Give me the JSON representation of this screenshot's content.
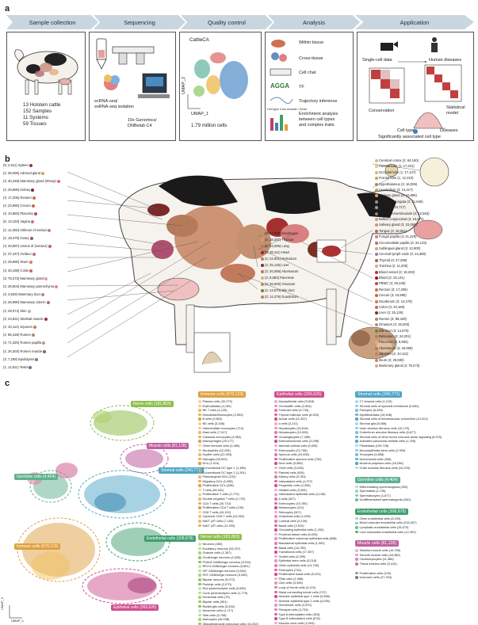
{
  "panel_letters": {
    "a": "a",
    "b": "b",
    "c": "c"
  },
  "workflow": {
    "stages": [
      "Sample collection",
      "Sequencing",
      "Quality control",
      "Analysis",
      "Application"
    ],
    "sample_stats": [
      "13 Holstein cattle",
      "152 Samples",
      "11 Systems",
      "59 Tissues"
    ],
    "seq_method": "scRNA-seq/\nsnRNA-seq isolation",
    "seq_platform": "10x Genomics/\nDNBelab C4",
    "qc_title": "CattleCA",
    "qc_axis_y": "UMAP_2",
    "qc_axis_x": "UMAP_1",
    "qc_cells": "1.79 million cells",
    "analysis_items": [
      "Within tissue",
      "Cross-tissue",
      "Cell chat",
      "TF",
      "Trajectory inference",
      "Enrichment analysis\nbetween cell types\nand complex traits"
    ],
    "analysis_gene_label": "Cell type   Core module / Gene",
    "app_single_cell": "Single-cell data",
    "app_human": "Human diseases",
    "app_conservation": "Conservation",
    "app_model": "Statistical\nmodel",
    "app_cell_type": "Cell type",
    "app_diseases": "Diseases",
    "app_sig": "Significantly associated cell type"
  },
  "tissues_left": [
    {
      "label": "(5; 2,811) Spleen",
      "color": "#8b3a3a"
    },
    {
      "label": "(2; 36,099) Adrenal gland",
      "color": "#d8a050"
    },
    {
      "label": "(3; 30,348) Mammary gland (sheep)",
      "color": "#e07070"
    },
    {
      "label": "(4; 29,686) Kidney",
      "color": "#7a2a2a"
    },
    {
      "label": "(3; 17,206) Rectum",
      "color": "#c87050"
    },
    {
      "label": "(4; 23,980) Cecum",
      "color": "#c46a4a"
    },
    {
      "label": "(3; 10,883) Placenta",
      "color": "#b05070"
    },
    {
      "label": "(5; 13,153) Vagina",
      "color": "#d07090"
    },
    {
      "label": "(2; 12,350) Isthmus of oviduct",
      "color": "#c080a0"
    },
    {
      "label": "(2; 18,479) Ovary",
      "color": "#a05070"
    },
    {
      "label": "(3; 29,087) Uterus of (oviduct)",
      "color": "#c06080"
    },
    {
      "label": "(2; 37,447) Oviduct",
      "color": "#b0708a"
    },
    {
      "label": "(3; 29,690) Ileum",
      "color": "#d08060"
    },
    {
      "label": "(3; 33,168) Colon",
      "color": "#c07050"
    },
    {
      "label": "(3; 78,273) Mammary gland",
      "color": "#e0a0a0"
    },
    {
      "label": "(3; 28,804) Mammary parenchyma",
      "color": "#d09090"
    },
    {
      "label": "(3; 3,629) Mammary duct",
      "color": "#c08080"
    },
    {
      "label": "(3; 28,990) Mammary cistern",
      "color": "#b07070"
    },
    {
      "label": "(2; 29,074) Skin",
      "color": "#d0b090"
    },
    {
      "label": "(3; 23,821) Skeletal muscle",
      "color": "#a03030"
    },
    {
      "label": "(4; 10,112) Jejunum",
      "color": "#c08060"
    },
    {
      "label": "(2; 86,428) Rumen",
      "color": "#a09070"
    },
    {
      "label": "(3; 71,320) Rumen papilla",
      "color": "#b0a080"
    },
    {
      "label": "(2; 26,303) Rumen muscle",
      "color": "#906050"
    },
    {
      "label": "(3; 7,208) Epididymis",
      "color": "#9070a0"
    },
    {
      "label": "(1; 11,811) Testis",
      "color": "#8060a0"
    }
  ],
  "tissues_middle": [
    {
      "label": "(3; 22,880) Esophagus",
      "color": "#c09070"
    },
    {
      "label": "(4; 18,287) Thymus",
      "color": "#d0a060"
    },
    {
      "label": "(2; 33,285) Lung",
      "color": "#d07060"
    },
    {
      "label": "(3; 38,111) Heart",
      "color": "#a02020"
    },
    {
      "label": "(3; 24,001) Reticulum",
      "color": "#b08070"
    },
    {
      "label": "(3; 25,126) Liver",
      "color": "#7a3020"
    },
    {
      "label": "(3; 26,098) Abomasum",
      "color": "#c07060"
    },
    {
      "label": "(3; 9,883) Pancreas",
      "color": "#e0b070"
    },
    {
      "label": "(3; 26,003) Omasum",
      "color": "#b09070"
    },
    {
      "label": "(4; 14,570) Bile duct",
      "color": "#708040"
    },
    {
      "label": "(3; 14,278) Duodenum",
      "color": "#c08060"
    }
  ],
  "tissues_right": [
    {
      "label": "Cerebral cortex (2; 84,160)",
      "color": "#d0c080"
    },
    {
      "label": "Parietal lobe (1; 17,231)",
      "color": "#d8c890"
    },
    {
      "label": "Occipital lobe (1; 17,137)",
      "color": "#c8b880"
    },
    {
      "label": "Frontal lobe (1; 12,310)",
      "color": "#b8a870"
    },
    {
      "label": "Hypothalamus (3; 16,006)",
      "color": "#a09060"
    },
    {
      "label": "Cerebellum (3; 13,417)",
      "color": "#c0a060"
    },
    {
      "label": "Pituitary gland (3; 10,895)",
      "color": "#d0b070"
    },
    {
      "label": "Medulla oblongata (3; 21,849)",
      "color": "#b09060"
    },
    {
      "label": "Retina (2; 10,717)",
      "color": "#80a0c0"
    },
    {
      "label": "Nuclei periventricularis (3; 12,563)",
      "color": "#a08050"
    },
    {
      "label": "Bulbar conjunctival (3; 19,372)",
      "color": "#c0a0a0"
    },
    {
      "label": "Salivary gland (3; 22,058)",
      "color": "#d09080"
    },
    {
      "label": "Tongue (3; 18,561)",
      "color": "#c06060"
    },
    {
      "label": "Fungal papilla (4; 21,229)",
      "color": "#d08080"
    },
    {
      "label": "Circumvallate papilla (3; 24,133)",
      "color": "#b07070"
    },
    {
      "label": "Sublingual gland (3; 12,800)",
      "color": "#e0a080"
    },
    {
      "label": "Cervical lymph node (3; 24,380)",
      "color": "#9080a0"
    },
    {
      "label": "Thyroid (3; 27,258)",
      "color": "#b06050"
    },
    {
      "label": "Trachea (2; 11,335)",
      "color": "#c0b0a0"
    },
    {
      "label": "Blood vessel (3; 18,203)",
      "color": "#c03030"
    },
    {
      "label": "Blood (3; 15,141)",
      "color": "#a01010"
    },
    {
      "label": "PBMC (3; 29,226)",
      "color": "#d04040"
    },
    {
      "label": "Rectum (3; 17,206)",
      "color": "#c87050"
    },
    {
      "label": "Cecum (3; 23,980)",
      "color": "#c46a4a"
    },
    {
      "label": "Duodenum (3; 14,278)",
      "color": "#c08060"
    },
    {
      "label": "Colon (3; 33,168)",
      "color": "#c07050"
    },
    {
      "label": "Liver (3; 25,126)",
      "color": "#7a3020"
    },
    {
      "label": "Rumen (3; 86,428)",
      "color": "#a09070"
    },
    {
      "label": "Omasum (3; 26,003)",
      "color": "#b09070"
    },
    {
      "label": "Bile duct (3; 14,570)",
      "color": "#708040"
    },
    {
      "label": "Reticulum (3; 24,001)",
      "color": "#b08070"
    },
    {
      "label": "Pancreas (3; 9,883)",
      "color": "#e0b070"
    },
    {
      "label": "Abomasum (3; 26,098)",
      "color": "#c07060"
    },
    {
      "label": "Jejunum (3; 10,112)",
      "color": "#c08060"
    },
    {
      "label": "Ileum (3; 29,690)",
      "color": "#d08060"
    },
    {
      "label": "Mammary gland (3; 78,273)",
      "color": "#e0a0a0"
    }
  ],
  "umap": {
    "axis_y": "UMAP_2",
    "axis_x": "UMAP_1",
    "clusters": [
      {
        "label": "Nerve cells (181,863)",
        "color": "#8fbf4f"
      },
      {
        "label": "Muscle cells (81,128)",
        "color": "#c05fa0"
      },
      {
        "label": "Stromal cells (240,771)",
        "color": "#4fa6c8"
      },
      {
        "label": "Germline cells (4,404)",
        "color": "#5fb08f"
      },
      {
        "label": "Endothelial cells (308,878)",
        "color": "#3f9f6f"
      },
      {
        "label": "Immune cells (570,123)",
        "color": "#e0a040"
      },
      {
        "label": "Epithelial cells (269,626)",
        "color": "#d04f8f"
      }
    ]
  },
  "legend": {
    "col1": {
      "header": "Immune cells (570,123)",
      "color": "#e0a040",
      "items": [
        "Plasma cells (30,279)",
        "Erythroblasts (4,190)",
        "NK T cells (4,125)",
        "Monoblast/Monocytes (2,553)",
        "B cells (9,802)",
        "NK cells (3,336)",
        "Intermediate monocytes (713)",
        "Mast cells (7,317)",
        "Classical monocytes (4,962)",
        "Macrophages (25,177)",
        "Other immune cells (4,480)",
        "Neutrophils (42,255)",
        "Kupffer cells (22,393)",
        "Microglia (28,523)",
        "DCs (1,914)",
        "Conventional DC type 1 (1,385)",
        "Conventional DC type 2 (1,261)",
        "Plasmacytoid DCs (231)",
        "Migratory DCs (2,098)",
        "Proliferative DCs (398)",
        "T cells (26,331)",
        "Proliferative T cells (2,770)",
        "Double-negative T cells (2,722)",
        "CD4 T cells (20,713)",
        "Proliferative CD4 T cells (130)",
        "CD8 T cells (43,102)",
        "Cytotoxic CD8 T cells (10,250)",
        "MAIT γδT cells (7,153)",
        "MAIT γδT cells (11,933)"
      ]
    },
    "col2": {
      "header": "Nerve cells (181,863)",
      "color": "#8fbf4f",
      "items": [
        "Neurons (469)",
        "Excitatory neurons (33,297)",
        "Granule cells (1,357)",
        "Cholinergic neurons (4,328)",
        "PVALB GABAergic neurons (5,311)",
        "RELN GABAergic neurons (5,891)",
        "VIP GABAergic neurons (3,934)",
        "SST GABAergic neurons (3,280)",
        "Bipolar neurons (9,072)",
        "Purkinje cells (2,070)",
        "Rod photoreceptor cells (3,650)",
        "Cone photoreceptor cells (1,779)",
        "Horizontal cells (75)",
        "Bipolar cells (551)",
        "Radial glia cells (5,333)",
        "Amacrine cells (1,717)",
        "Glial cells (6,758)",
        "Astrocytes (16,038)",
        "Oligodendrocyte precursor cells (10,252)",
        "Oligodendrocytes (71,001)",
        "Schwann cells (6,881)",
        "Müller glial cells (4,731)"
      ]
    },
    "col3": {
      "header": "Epithelial cells (269,626)",
      "color": "#d04f8f",
      "items": [
        "Myoepithelial cells (5,815)",
        "Chromaffin cells (2,904)",
        "Follicular cells (3,733)",
        "Thyroid follicular cells (6,393)",
        "Acinar cells (12,367)",
        "α cells (2,211)",
        "Hepatocytes (20,618)",
        "Hepatocytes (10,326)",
        "Cholangiocytes (7,286)",
        "Enteroendocrine cells (3,098)",
        "Adrenal cortical cells (5,639)",
        "Enterocytes (22,758)",
        "Spinous cells (20,535)",
        "Proliferative spinous cells (753)",
        "Duct cells (5,085)",
        "Chief cells (3,028)",
        "Parietal cells (926)",
        "Kidney cells (5,783)",
        "Intercalated cells (1,372)",
        "Progenitor cells (2,396)",
        "Ciliated cells (3,309)",
        "Intercalated epithelial cells (4,138)",
        "β cells (307)",
        "Enterocytes (15,780)",
        "Melanocytes (112)",
        "Sebocytes (307)",
        "Granulosa cells (1,028)",
        "Luminal cells (9,139)",
        "Basal cells (3,510)",
        "Circulating epithelial cells (1,200)",
        "Proximal tubule cells (6,003)",
        "Proliferative columnar epithelial cells (838)",
        "Basolateral epithelial cells (1,090)",
        "Basal cells (18,755)",
        "Transitional cells (17,357)",
        "Goblet cells (3,299)",
        "Epithelial stem cells (3,218)",
        "Other epithelial cells (14,735)",
        "Podocytes (733)",
        "Proliferative basal cells (5,224)",
        "Pillar cells (1,986)",
        "Club cells (3,336)",
        "Loop of Henle cells (3,123)",
        "Distal connecting tubule cells (737)",
        "Alveolar epithelial type 1 cells (3,358)",
        "Alveolar epithelial type 2 cells (4,036)",
        "Glomerular cells (2,870)",
        "Principal cells (3,729)",
        "Type A intercalated cells (303)",
        "Type B intercalated cells (578)",
        "Mucous neck cells (2,094)"
      ]
    },
    "col4": {
      "header": "Stromal cells (240,771)",
      "color": "#4fa6c8",
      "items": [
        "C7 stromal cells (1,210)",
        "Stromal cells of synovial membrane (9,851)",
        "Pericytes (6,256)",
        "Myofibroblasts (10,498)",
        "Stromal cells of intramuscular connective (13,201)",
        "Stromal glia (8,058)",
        "Inner annulus fibrosus cells (10,275)",
        "Outer/inner annulus fibrosus cells (6,677)",
        "Stromal cells of other tumor necrosis factor signaling (6,376)",
        "Activated pancreatic stellate cells (1,765)",
        "Fibroblasts (109,728)",
        "Neuroepithelial stem cells (2,993)",
        "Tenocytes (4,858)",
        "Notochordal cells (308)",
        "Nucleus pulposus cells (18,296)",
        "Outer annulus fibrosus cells (10,293)"
      ],
      "header2": "Germline cells (4,404)",
      "color2": "#5fb08f",
      "items2": [
        "Differentiating spermatogonia (392)",
        "Spermatids (4,735)",
        "Spermatocytes (1,877)",
        "Undifferentiated spermatogonia (260)"
      ],
      "header3": "Endothelial cells (308,878)",
      "color3": "#3f9f6f",
      "items3": [
        "Other endothelial cells (8,239)",
        "Blood vascular endothelial cells (233,267)",
        "Lymphatic endothelial cells (25,070)",
        "Liver sinusoidal endothelial cells (12,302)"
      ],
      "header4": "Muscle cells (81,128)",
      "color4": "#c05fa0",
      "items4": [
        "Skeletal muscle cells (10,785)",
        "Smooth muscle cells (49,389)",
        "Cardiomyocytes (11,386)",
        "Theca externa cells (9,410)"
      ],
      "extra": [
        "Proliferative cells (109)",
        "Unknown cells (27,150)"
      ]
    }
  }
}
